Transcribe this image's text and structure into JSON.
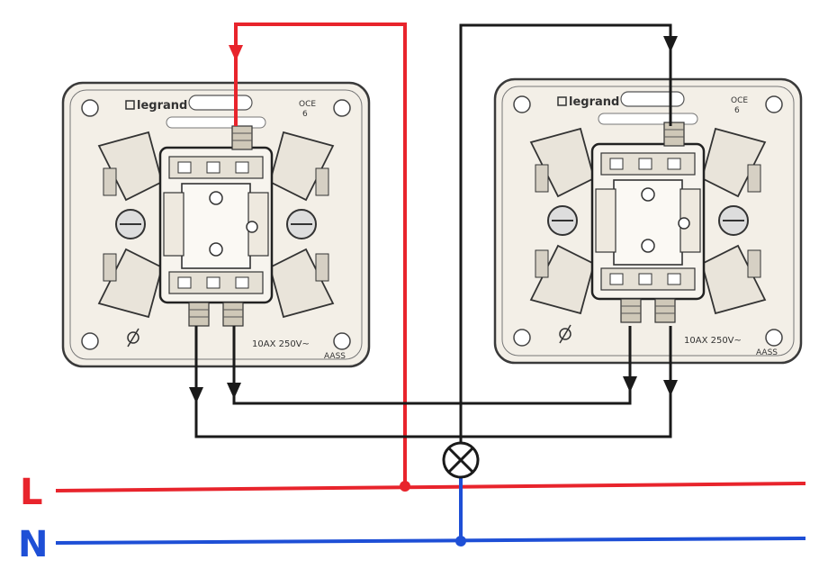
{
  "colors": {
    "live": "#e8242c",
    "neutral": "#1e4fd6",
    "traveler": "#1a1a1a",
    "frame": "#f2eee6",
    "frame_stroke": "#444444"
  },
  "lines": {
    "live_label": "L",
    "neutral_label": "N"
  },
  "switches": [
    {
      "brand": "legrand",
      "code": "OCE",
      "code_sub": "6",
      "rating": "10AX   250V~",
      "mark": "AASS"
    },
    {
      "brand": "legrand",
      "code": "OCE",
      "code_sub": "6",
      "rating": "10AX   250V~",
      "mark": "AASS"
    }
  ],
  "lamp": {
    "icon": "lamp-icon"
  }
}
